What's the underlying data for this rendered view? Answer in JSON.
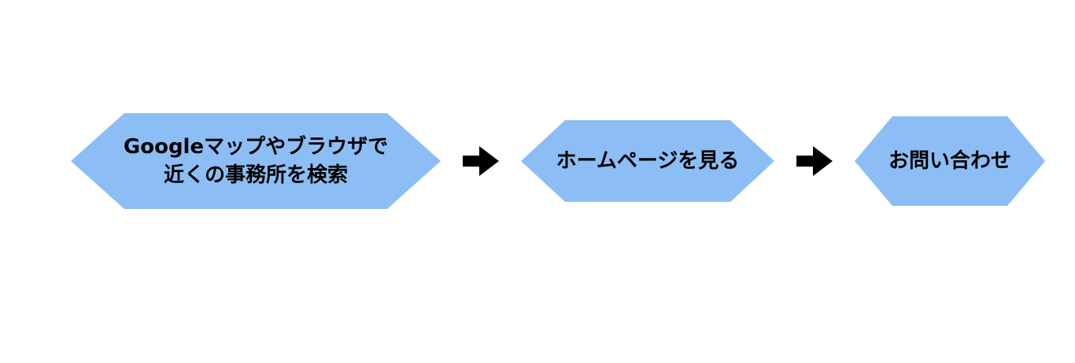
{
  "diagram": {
    "background_color": "#ffffff",
    "shape_fill_color": "#8CBEF5",
    "arrow_color": "#000000",
    "text_color": "#000000",
    "steps": [
      {
        "name": "search-step",
        "lines": [
          "Googleマップやブラウザで",
          "近くの事務所を検索"
        ]
      },
      {
        "name": "homepage-step",
        "lines": [
          "ホームページを見る"
        ]
      },
      {
        "name": "contact-step",
        "lines": [
          "お問い合わせ"
        ]
      }
    ],
    "connectors": [
      {
        "icon": "arrow-right"
      },
      {
        "icon": "arrow-right"
      }
    ]
  }
}
